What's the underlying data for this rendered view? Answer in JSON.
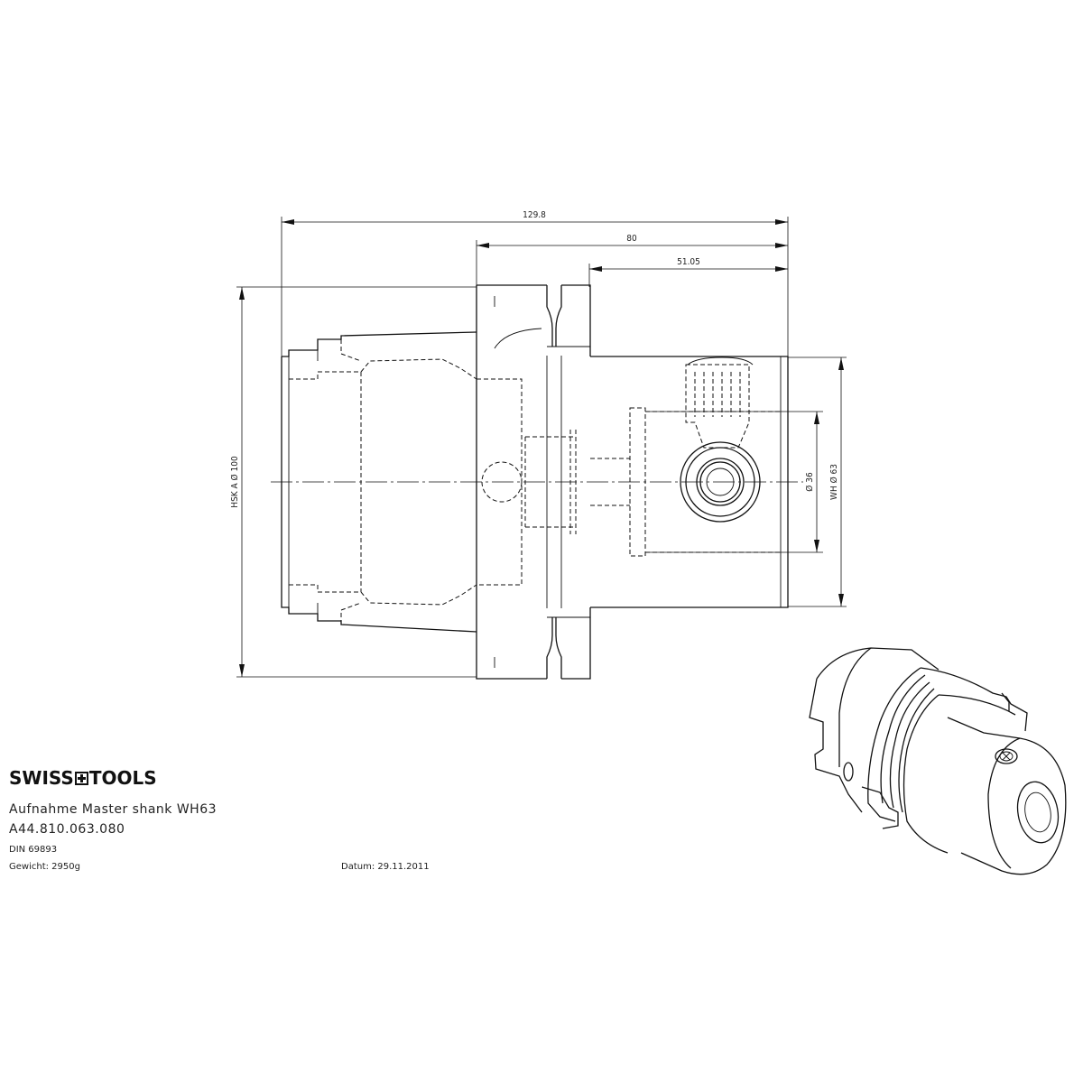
{
  "brand": {
    "left": "SWISS",
    "right": "TOOLS"
  },
  "title": "Aufnahme Master shank WH63",
  "article_number": "A44.810.063.080",
  "din": "DIN 69893",
  "weight": "Gewicht: 2950g",
  "date": "Datum: 29.11.2011",
  "dimensions": {
    "total_length": "129.8",
    "shank_length": "80",
    "body_length": "51.05",
    "hsk": "HSK A  Ø 100",
    "bore": "Ø 36",
    "wh": "WH Ø 63"
  }
}
